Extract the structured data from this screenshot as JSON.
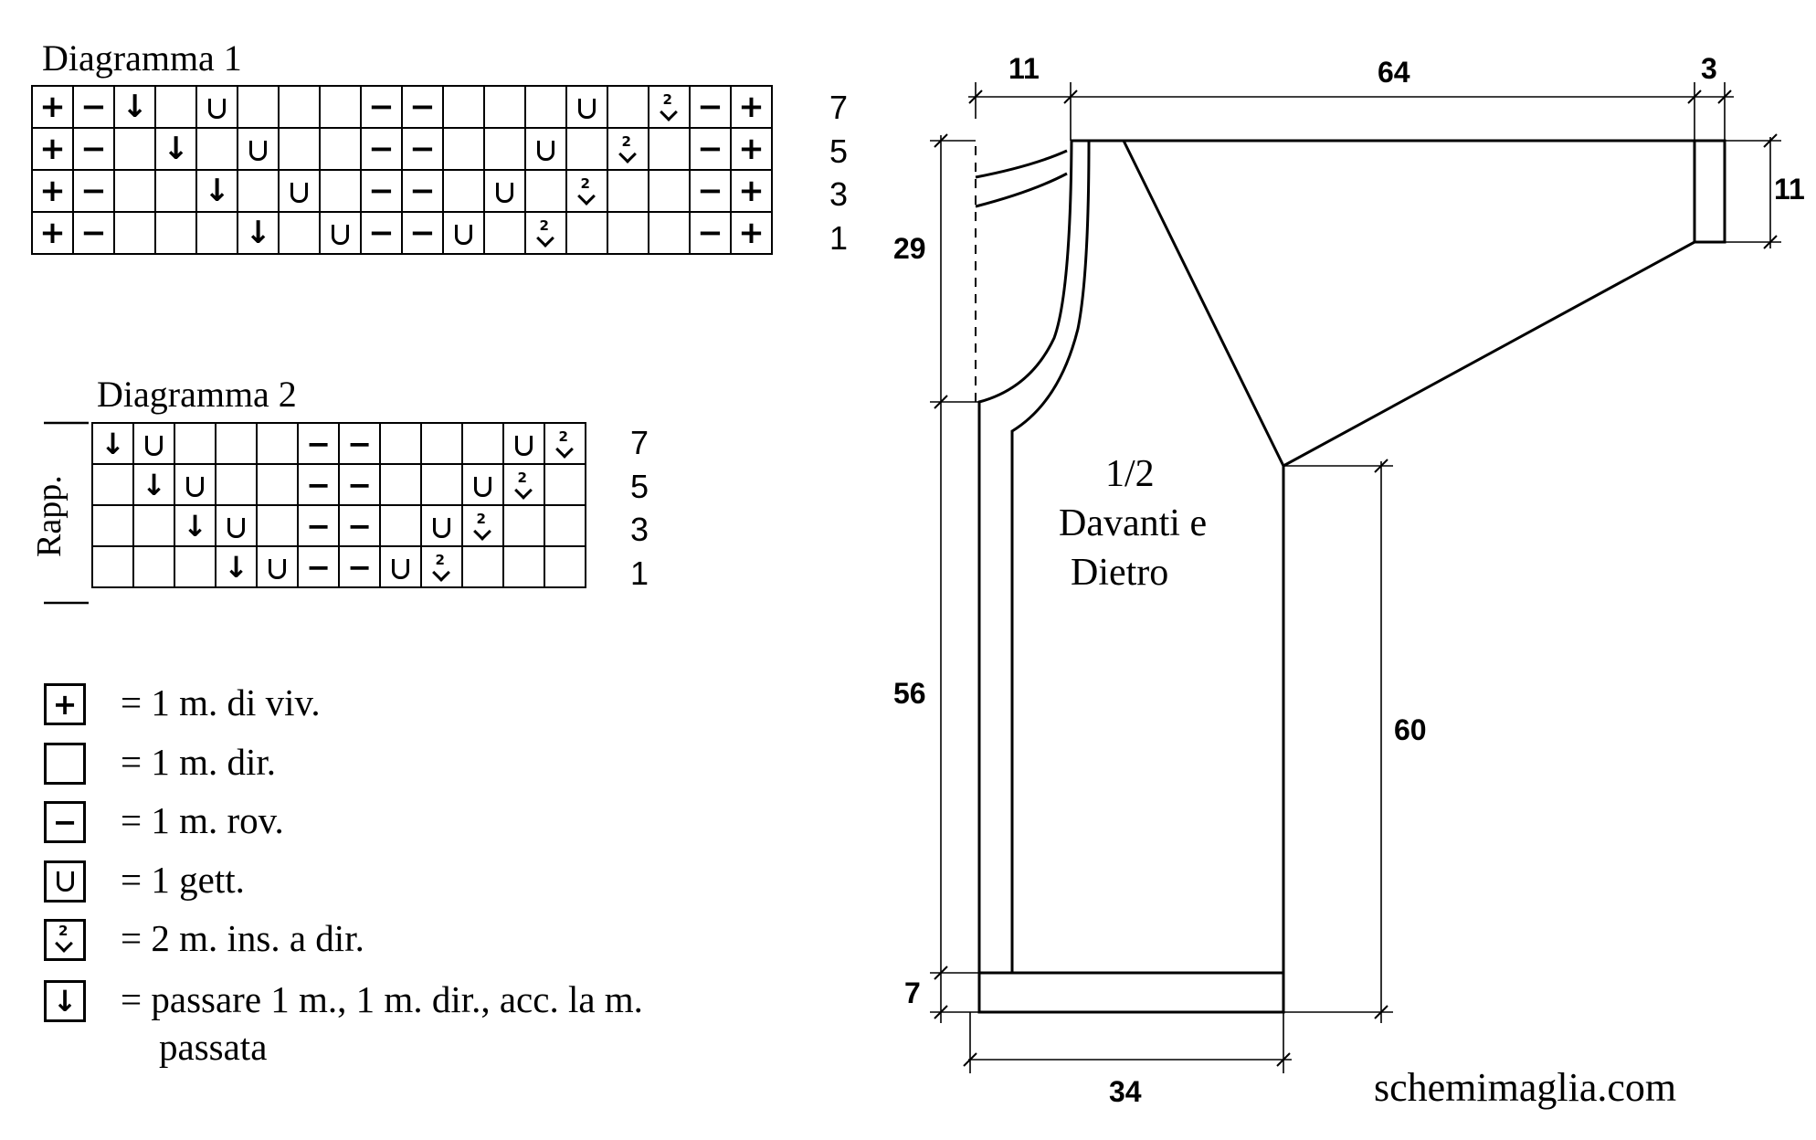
{
  "diagram1": {
    "title": "Diagramma 1",
    "row_labels": [
      "7",
      "5",
      "3",
      "1"
    ],
    "rows": [
      [
        "+",
        "-",
        "dec",
        "",
        "yo",
        "",
        "",
        "",
        "-",
        "-",
        "",
        "",
        "",
        "yo",
        "",
        "k2",
        "-",
        "+"
      ],
      [
        "+",
        "-",
        "",
        "dec",
        "",
        "yo",
        "",
        "",
        "-",
        "-",
        "",
        "",
        "yo",
        "",
        "k2",
        "",
        "-",
        "+"
      ],
      [
        "+",
        "-",
        "",
        "",
        "dec",
        "",
        "yo",
        "",
        "-",
        "-",
        "",
        "yo",
        "",
        "k2",
        "",
        "",
        "-",
        "+"
      ],
      [
        "+",
        "-",
        "",
        "",
        "",
        "dec",
        "",
        "yo",
        "-",
        "-",
        "yo",
        "",
        "k2",
        "",
        "",
        "",
        "-",
        "+"
      ]
    ]
  },
  "diagram2": {
    "title": "Diagramma 2",
    "side_label": "Rapp.",
    "row_labels": [
      "7",
      "5",
      "3",
      "1"
    ],
    "rows": [
      [
        "dec",
        "yo",
        "",
        "",
        "",
        "-",
        "-",
        "",
        "",
        "",
        "yo",
        "k2"
      ],
      [
        "",
        "dec",
        "yo",
        "",
        "",
        "-",
        "-",
        "",
        "",
        "yo",
        "k2",
        ""
      ],
      [
        "",
        "",
        "dec",
        "yo",
        "",
        "-",
        "-",
        "",
        "yo",
        "k2",
        "",
        ""
      ],
      [
        "",
        "",
        "",
        "dec",
        "yo",
        "-",
        "-",
        "yo",
        "k2",
        "",
        "",
        ""
      ]
    ]
  },
  "legend": [
    {
      "symbol": "+",
      "icon": "selvedge-plus-icon",
      "text": "= 1 m. di viv."
    },
    {
      "symbol": "",
      "icon": "empty-square-icon",
      "text": "= 1 m. dir."
    },
    {
      "symbol": "-",
      "icon": "minus-icon",
      "text": "= 1 m. rov."
    },
    {
      "symbol": "yo",
      "icon": "yarn-over-icon",
      "text": "= 1 gett."
    },
    {
      "symbol": "k2",
      "icon": "knit-two-together-icon",
      "text": "= 2 m. ins. a dir."
    },
    {
      "symbol": "dec",
      "icon": "down-arrow-icon",
      "text": "= passare 1 m., 1 m. dir., acc. la m.",
      "text2": "passata"
    }
  ],
  "schematic": {
    "piece_label_1": "1/2",
    "piece_label_2": "Davanti e",
    "piece_label_3": "Dietro",
    "dims": {
      "neck_width": "11",
      "sleeve_length": "64",
      "cuff_depth": "3",
      "cuff_height": "11",
      "raglan_depth": "29",
      "side_length": "56",
      "hem_height": "7",
      "body_length": "60",
      "half_width": "34"
    }
  },
  "watermark": "schemimaglia.com"
}
